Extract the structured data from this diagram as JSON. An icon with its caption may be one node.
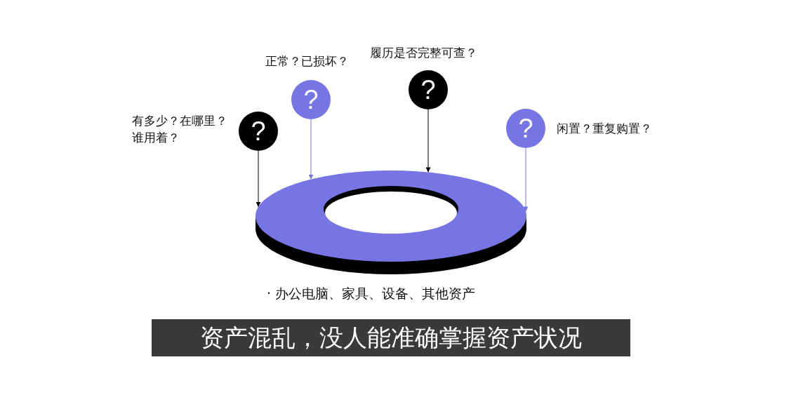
{
  "diagram": {
    "nodes": [
      {
        "text": [
          "?"
        ],
        "beside": [
          "有多少？在哪里？谁用着？"
        ]
      },
      {
        "text": [
          "?"
        ],
        "beside": [
          "正常？已损坏？"
        ]
      },
      {
        "text": [
          "?"
        ],
        "beside": [
          "履历是否完整可查？"
        ]
      },
      {
        "text": [
          "?"
        ],
        "beside": [
          "闲置？重复购置？"
        ]
      },
      {
        "text": [],
        "shape": "ring",
        "beside": [
          "· 办公电脑、家具、设备、其他资产"
        ]
      },
      {
        "text": [
          "资产混乱，没人能准确掌握资产状况"
        ]
      }
    ],
    "edges": [
      {
        "from": 0,
        "to": 4,
        "arrow": "to",
        "color": "#000000"
      },
      {
        "from": 1,
        "to": 4,
        "arrow": "to",
        "color": "#7575e3"
      },
      {
        "from": 2,
        "to": 4,
        "arrow": "to",
        "color": "#000000"
      },
      {
        "from": 3,
        "to": 4,
        "arrow": "to",
        "color": "#7575e3"
      }
    ]
  }
}
